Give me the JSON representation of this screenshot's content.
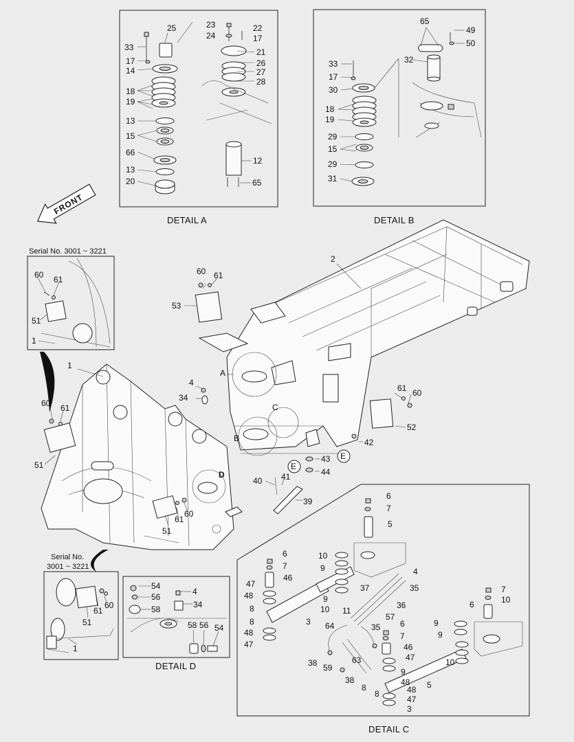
{
  "captions": {
    "detail_a": "DETAIL  A",
    "detail_b": "DETAIL  B",
    "detail_c": "DETAIL  C",
    "detail_d": "DETAIL  D",
    "front": "FRONT",
    "serial_top": "Serial No. 3001 ~ 3221",
    "serial_bottom_1": "Serial No.",
    "serial_bottom_2": "3001 ~ 3221"
  },
  "circle_letters": {
    "e1": "E",
    "e2": "E"
  },
  "view_letters": {
    "a": "A",
    "b": "B",
    "c": "C",
    "d": "D"
  },
  "callouts": {
    "detail_a": [
      "25",
      "33",
      "17",
      "14",
      "18",
      "19",
      "13",
      "15",
      "66",
      "13",
      "20",
      "23",
      "22",
      "24",
      "17",
      "21",
      "26",
      "27",
      "28",
      "12",
      "65"
    ],
    "detail_b": [
      "65",
      "49",
      "50",
      "32",
      "33",
      "17",
      "30",
      "18",
      "19",
      "29",
      "15",
      "29",
      "31"
    ],
    "serial_top": [
      "60",
      "61",
      "51",
      "1"
    ],
    "main": [
      "2",
      "60",
      "61",
      "53",
      "1",
      "4",
      "34",
      "60",
      "61",
      "51",
      "D",
      "60",
      "61",
      "51",
      "61",
      "60",
      "52",
      "42",
      "43",
      "44",
      "40",
      "41",
      "39"
    ],
    "serial_bottom": [
      "60",
      "61",
      "51",
      "1"
    ],
    "detail_d": [
      "54",
      "56",
      "58",
      "4",
      "34",
      "58",
      "56",
      "54"
    ],
    "detail_c": [
      "6",
      "7",
      "5",
      "10",
      "9",
      "6",
      "7",
      "46",
      "47",
      "48",
      "8",
      "8",
      "48",
      "47",
      "10",
      "9",
      "3",
      "4",
      "35",
      "37",
      "36",
      "57",
      "11",
      "64",
      "35",
      "6",
      "7",
      "46",
      "38",
      "59",
      "63",
      "47",
      "9",
      "48",
      "38",
      "8",
      "8",
      "48",
      "47",
      "3",
      "5",
      "6",
      "7",
      "10",
      "9",
      "9",
      "10"
    ]
  }
}
